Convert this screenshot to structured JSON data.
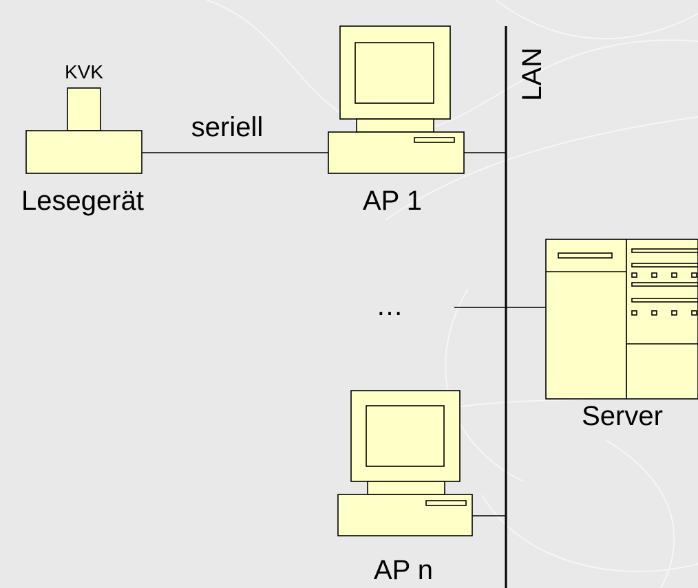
{
  "colors": {
    "background": "#e9e9e9",
    "device_fill": "#ffffc8",
    "line": "#000000",
    "watermark": "#f6f6f6"
  },
  "labels": {
    "card": "KVK",
    "reader": "Lesegerät",
    "serial_link": "seriell",
    "workstation_1": "AP 1",
    "workstation_n": "AP n",
    "ellipsis": "…",
    "network": "LAN",
    "server": "Server"
  },
  "icons": {
    "reader": "card-reader-icon",
    "workstation": "desktop-computer-icon",
    "server": "server-tower-icon"
  }
}
